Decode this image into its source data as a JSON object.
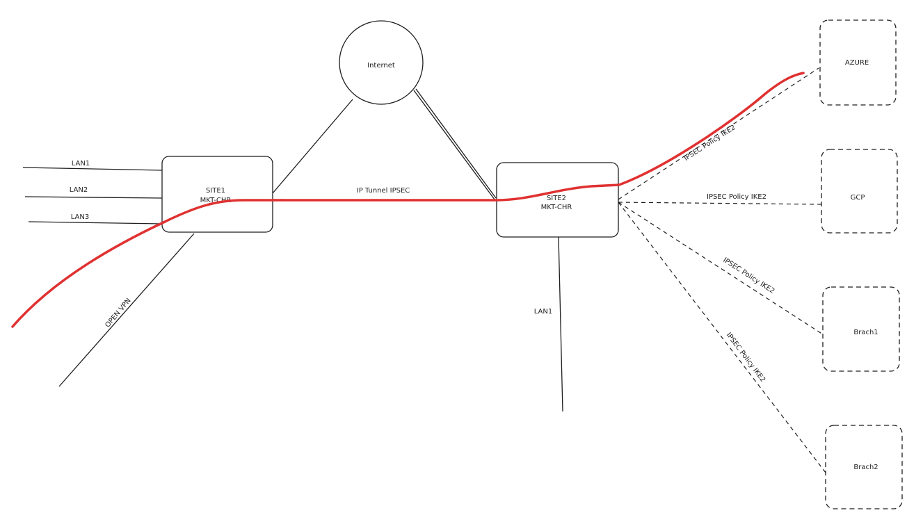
{
  "nodes": {
    "internet": "Internet",
    "site1": {
      "line1": "SITE1",
      "line2": "MKT-CHR"
    },
    "site2": {
      "line1": "SITE2",
      "line2": "MKT-CHR"
    },
    "azure": "AZURE",
    "gcp": "GCP",
    "branch1": "Brach1",
    "branch2": "Brach2"
  },
  "labels": {
    "site1_lan1": "LAN1",
    "site1_lan2": "LAN2",
    "site1_lan3": "LAN3",
    "open_vpn": "OPEN VPN",
    "tunnel": "IP Tunnel IPSEC",
    "site2_lan1": "LAN1",
    "azure_link": "IPSEC Policy IKE2",
    "gcp_link": "IPSEC Policy IKE2",
    "branch1_link": "IPSEC Policy IKE2",
    "branch2_link": "IPSEC Policy IKE2"
  },
  "colors": {
    "highlight_path": "#e03131",
    "stroke": "#1e1e1e"
  }
}
